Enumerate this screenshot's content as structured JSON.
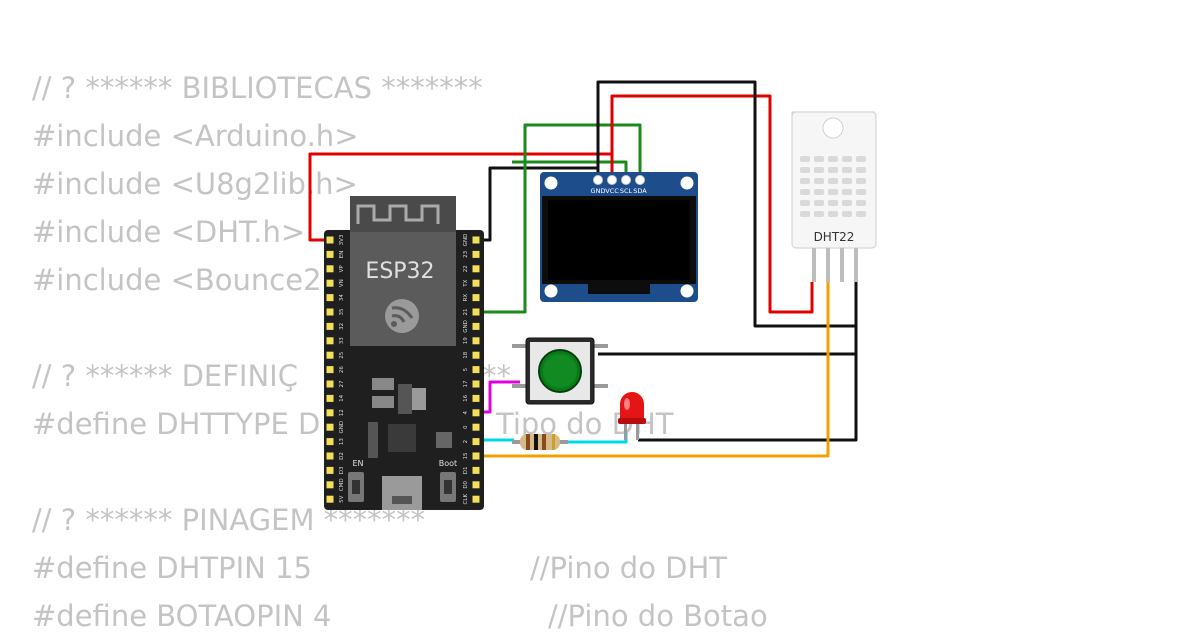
{
  "code": {
    "lines": [
      "// ? ****** BIBLIOTECAS *******",
      "#include <Arduino.h>",
      "#include <U8g2lib.h>",
      "#include <DHT.h>",
      "#include <Bounce2",
      "",
      "// ? ****** DEFINIÇ",
      "#define DHTTYPE D",
      "",
      "// ? ****** PINAGEM *******",
      "#define DHTPIN 15",
      "#define BOTAOPIN 4"
    ],
    "comments": {
      "dht_type_comment": "Tipo do DHT",
      "dht_pin_comment": "//Pino do DHT",
      "botao_pin_comment": "//Pino do Botao",
      "definicoes_tail": "**"
    }
  },
  "esp32": {
    "label": "ESP32",
    "en_label": "EN",
    "boot_label": "Boot",
    "left_pins": [
      "3V3",
      "EN",
      "VP",
      "VN",
      "34",
      "35",
      "32",
      "33",
      "25",
      "26",
      "27",
      "14",
      "12",
      "GND",
      "13",
      "D2",
      "D3",
      "CMD",
      "5V"
    ],
    "right_pins": [
      "GND",
      "23",
      "22",
      "TX",
      "RX",
      "21",
      "GND",
      "19",
      "18",
      "5",
      "17",
      "16",
      "4",
      "0",
      "2",
      "15",
      "D1",
      "D0",
      "CLK"
    ]
  },
  "oled": {
    "pins": [
      "GND",
      "VCC",
      "SCL",
      "SDA"
    ]
  },
  "dht22": {
    "label": "DHT22"
  },
  "colors": {
    "red_wire": "#e00000",
    "black_wire": "#111111",
    "green_wire": "#1a8a1a",
    "yellow_wire": "#f0a000",
    "magenta_wire": "#e000e0",
    "cyan_wire": "#00d8e8",
    "board": "#1f1f1f",
    "oled_pcb": "#1e4d8c",
    "pin_gold": "#f2e05a"
  }
}
